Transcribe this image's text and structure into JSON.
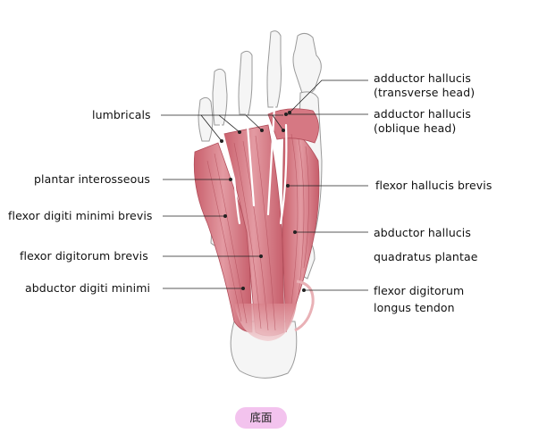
{
  "labels_left": {
    "lumbricals": "lumbricals",
    "plantar_interosseous": "plantar interosseous",
    "flexor_digiti_minimi_brevis": "flexor digiti minimi brevis",
    "flexor_digitorum_brevis": "flexor digitorum brevis",
    "abductor_digiti_minimi": "abductor digiti minimi"
  },
  "labels_right": {
    "adductor_hallucis_1": "adductor hallucis",
    "adductor_hallucis_transverse": "(transverse head)",
    "adductor_hallucis_2": "adductor hallucis",
    "adductor_hallucis_oblique": "(oblique head)",
    "flexor_hallucis_brevis": "flexor hallucis brevis",
    "abductor_hallucis": "abductor hallucis",
    "quadratus_plantae": "quadratus plantae",
    "flexor_digitorum_1": "flexor digitorum",
    "flexor_digitorum_2": "longus tendon"
  },
  "view_badge": "底面",
  "colors": {
    "muscle": "#d9838c",
    "muscle_dark": "#b24d5a",
    "muscle_light": "#f0c2c6",
    "bone": "#f4f4f4",
    "bone_outline": "#9a9a9a",
    "leader": "#222222",
    "badge": "#f3c3ee"
  }
}
